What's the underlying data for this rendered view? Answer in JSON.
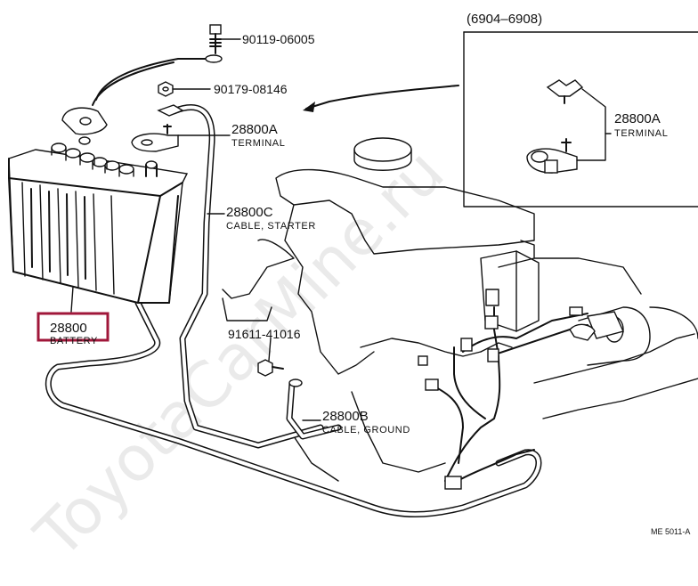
{
  "inset": {
    "range": "(6904–6908)",
    "part_number": "28800A",
    "part_desc": "TERMINAL"
  },
  "callouts": {
    "bolt_top": "90119-06005",
    "nut_top": "90179-08146",
    "terminal": {
      "number": "28800A",
      "desc": "TERMINAL"
    },
    "starter_cable": {
      "number": "28800C",
      "desc": "CABLE, STARTER"
    },
    "battery": {
      "number": "28800",
      "desc": "BATTERY"
    },
    "bolt_ground": "91611-41016",
    "ground_cable": {
      "number": "28800B",
      "desc": "CABLE, GROUND"
    }
  },
  "highlight_color": "#a0173a",
  "reference_code": "ME 5011-A",
  "watermark": "ToyotaCarMine.ru"
}
